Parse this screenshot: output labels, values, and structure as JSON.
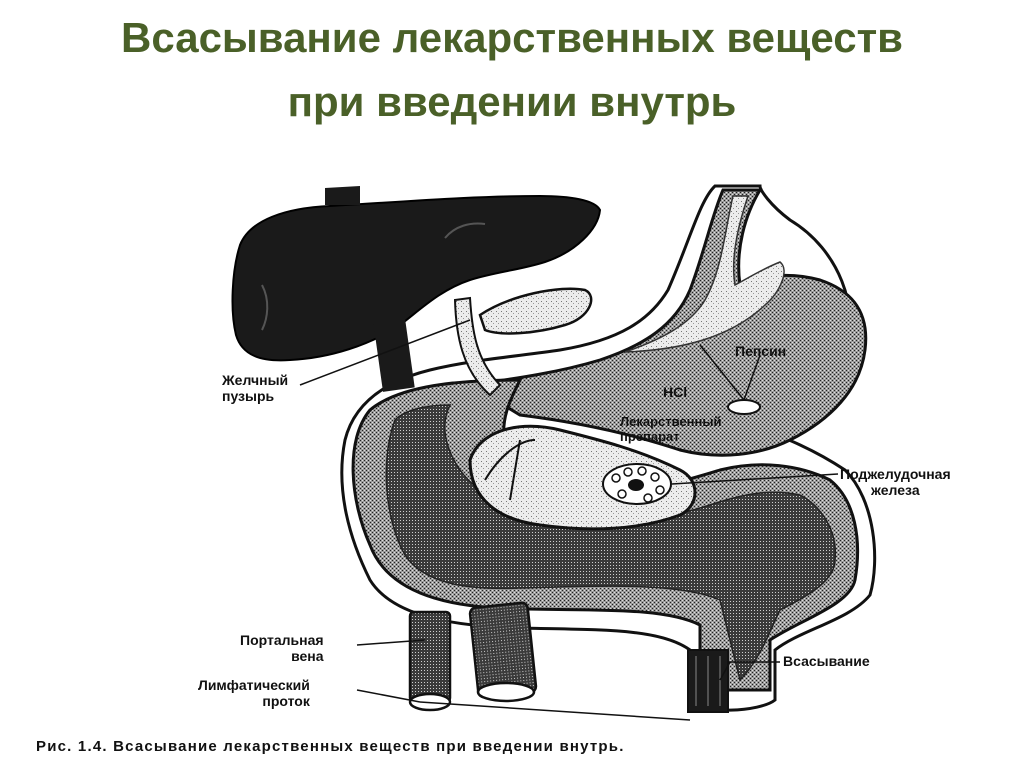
{
  "title": {
    "line1": "Всасывание лекарственных веществ",
    "line2": "при введении внутрь"
  },
  "labels": {
    "gallbladder": "Желчный\nпузырь",
    "pepsin": "Пепсин",
    "hcl": "HCl",
    "drug": "Лекарственный\nпрепарат",
    "pancreas": "Поджелудочная\nжелеза",
    "portal_vein": "Портальная\nвена",
    "lymph_duct": "Лимфатический\nпроток",
    "absorption": "Всасывание"
  },
  "caption": "Рис. 1.4. Всасывание лекарственных веществ при введении внутрь.",
  "colors": {
    "title": "#4a6028",
    "ink": "#111111"
  }
}
